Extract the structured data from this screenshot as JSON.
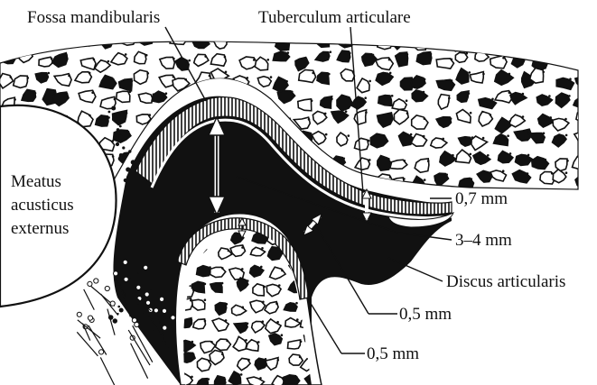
{
  "labels": {
    "fossa": "Fossa mandibularis",
    "tuberculum": "Tuberculum articulare",
    "meatus_1": "Meatus",
    "meatus_2": "acusticus",
    "meatus_3": "externus",
    "m07": "0,7 mm",
    "m34": "3–4 mm",
    "discus": "Discus articularis",
    "m05a": "0,5 mm",
    "m05b": "0,5 mm"
  },
  "colors": {
    "ink": "#111111",
    "paper": "#ffffff"
  }
}
